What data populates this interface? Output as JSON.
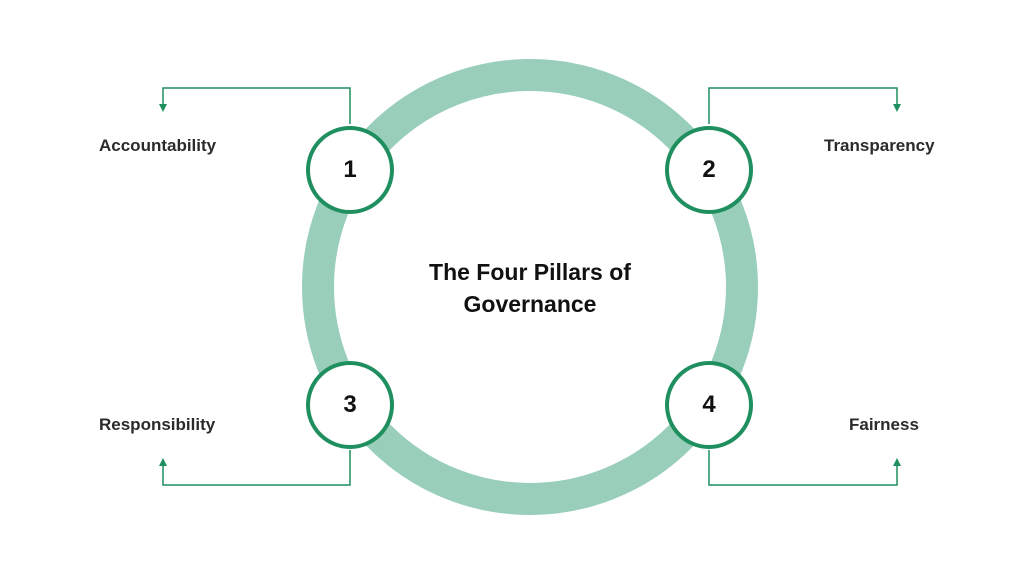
{
  "title": {
    "line1": "The Four Pillars of",
    "line2": "Governance"
  },
  "pillars": [
    {
      "number": "1",
      "label": "Accountability"
    },
    {
      "number": "2",
      "label": "Transparency"
    },
    {
      "number": "3",
      "label": "Responsibility"
    },
    {
      "number": "4",
      "label": "Fairness"
    }
  ],
  "colors": {
    "ring": "#98ceba",
    "accent": "#1f8f5f",
    "text": "#111111",
    "background": "#ffffff"
  }
}
